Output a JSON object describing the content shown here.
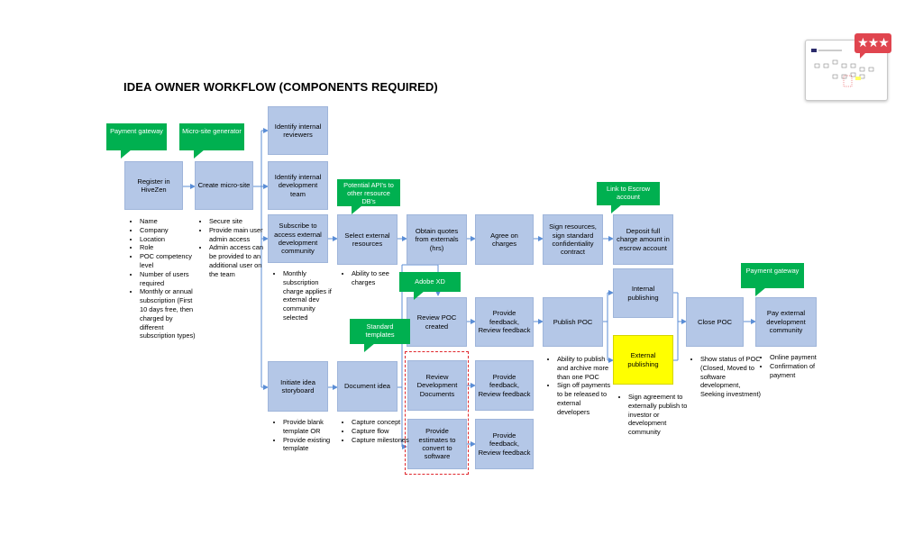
{
  "title": "IDEA OWNER WORKFLOW (COMPONENTS REQUIRED)",
  "colors": {
    "box": "#b4c7e7",
    "callout": "#00b050",
    "highlight": "#ffff00",
    "connector": "#5b8ed6",
    "dashed": "#e0272c"
  },
  "boxes": {
    "register": "Register in HiveZen",
    "microsite": "Create micro-site",
    "internal_reviewers": "Identify internal reviewers",
    "internal_dev_team": "Identify internal development team",
    "subscribe_external": "Subscribe to access external development community",
    "initiate_storyboard": "Initiate idea storyboard",
    "select_external": "Select external resources",
    "document_idea": "Document idea",
    "obtain_quotes": "Obtain quotes from externals (hrs)",
    "agree_charges": "Agree on charges",
    "sign_resources": "Sign resources, sign standard confidentiality contract",
    "deposit": "Deposit full charge amount in escrow account",
    "review_poc": "Review POC created",
    "provide_feedback_1": "Provide feedback, Review feedback",
    "publish_poc": "Publish POC",
    "internal_publishing": "Internal publishing",
    "external_publishing": "External publishing",
    "close_poc": "Close POC",
    "pay_external": "Pay external development community",
    "review_dev_docs": "Review Development Documents",
    "provide_feedback_2": "Provide feedback, Review feedback",
    "provide_estimates": "Provide estimates to convert to software",
    "provide_feedback_3": "Provide feedback, Review feedback"
  },
  "callouts": {
    "payment_gateway_1": "Payment gateway",
    "microsite_generator": "Micro-site generator",
    "potential_api": "Potential API's to other resource DB's",
    "escrow": "Link to Escrow account",
    "adobe_xd": "Adobe XD",
    "standard_templates": "Standard templates",
    "payment_gateway_2": "Payment gateway"
  },
  "notes": {
    "register": [
      "Name",
      "Company",
      "Location",
      "Role",
      "POC competency level",
      "Number of users required",
      "Monthly or annual subscription (First 10 days free, then charged by different subscription types)"
    ],
    "microsite": [
      "Secure site",
      "Provide main user admin access",
      "Admin access can be provided to an additional user on the team"
    ],
    "subscribe": [
      "Monthly subscription charge applies if external dev community selected"
    ],
    "select_external": [
      "Ability to see charges"
    ],
    "storyboard": [
      "Provide blank template OR",
      "Provide existing template"
    ],
    "document_idea": [
      "Capture concept",
      "Capture flow",
      "Capture milestones"
    ],
    "publish_poc": [
      "Ability to publish and archive more than one POC",
      "Sign off payments to be released to external developers"
    ],
    "external_publishing": [
      "Sign agreement to externally publish to investor or development community"
    ],
    "close_poc": [
      "Show status of POC (Closed, Moved to software development, Seeking investment)"
    ],
    "pay_external": [
      "Online payment",
      "Confirmation of payment"
    ]
  },
  "badge": "★★★"
}
